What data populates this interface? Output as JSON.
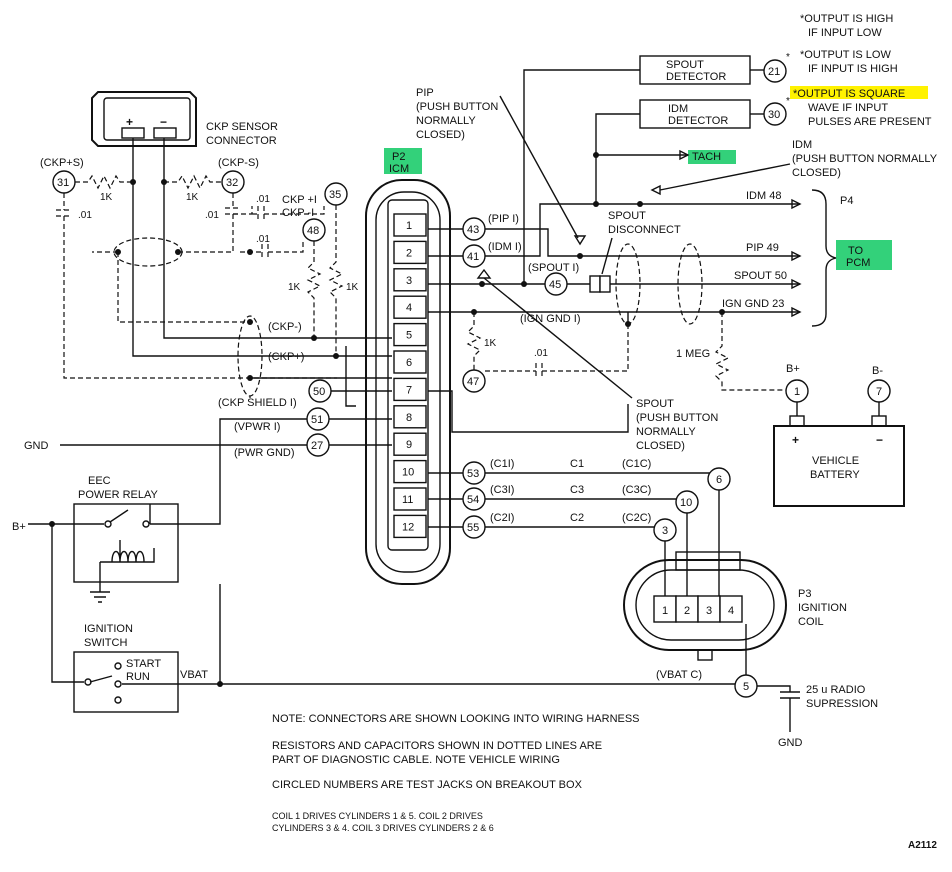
{
  "colors": {
    "highlight_green": "#33d17a",
    "highlight_yellow": "#fff200",
    "ink": "#111111"
  },
  "notes_top": {
    "n1_line1": "*OUTPUT IS HIGH",
    "n1_line2": "IF INPUT LOW",
    "n2_line1": "*OUTPUT IS LOW",
    "n2_line2": "IF INPUT IS HIGH",
    "n3_line1": "*OUTPUT IS SQUARE",
    "n3_line2": "WAVE IF INPUT",
    "n3_line3": "PULSES ARE PRESENT"
  },
  "ckp": {
    "title1": "CKP SENSOR",
    "title2": "CONNECTOR",
    "plus": "+",
    "minus": "−",
    "ckps_pos": "(CKP+S)",
    "ckps_neg": "(CKP-S)",
    "r1": "1K",
    "r2": "1K",
    "c1": ".01",
    "c2": ".01",
    "ckp_pos_i": "CKP +I",
    "ckp_neg_i": "CKP -I",
    "c3": ".01",
    "c4": ".01",
    "r3": "1K",
    "r4": "1K",
    "ckp_neg": "(CKP-)",
    "ckp_pos": "(CKP+)",
    "ckp_shield": "(CKP SHIELD I)"
  },
  "icm": {
    "title1": "P2",
    "title2": "ICM",
    "pins": [
      "1",
      "2",
      "3",
      "4",
      "5",
      "6",
      "7",
      "8",
      "9",
      "10",
      "11",
      "12"
    ]
  },
  "jacks": {
    "j31": "31",
    "j32": "32",
    "j35": "35",
    "j48": "48",
    "j50": "50",
    "j51": "51",
    "j27": "27",
    "j43": "43",
    "j41": "41",
    "j45": "45",
    "j47": "47",
    "j53": "53",
    "j54": "54",
    "j55": "55",
    "j21": "21",
    "j30": "30",
    "j1": "1",
    "j7": "7",
    "j3": "3",
    "j10": "10",
    "j6": "6",
    "j5": "5"
  },
  "signals": {
    "pip_i": "(PIP I)",
    "idm_i": "(IDM I)",
    "spout_i": "(SPOUT I)",
    "ign_gnd_i": "(IGN GND I)",
    "vpwr_i": "(VPWR I)",
    "pwr_gnd": "(PWR GND)",
    "gnd": "GND",
    "c1i": "(C1I)",
    "c3i": "(C3I)",
    "c2i": "(C2I)",
    "c1": "C1",
    "c3": "C3",
    "c2": "C2",
    "c1c": "(C1C)",
    "c3c": "(C3C)",
    "c2c": "(C2C)",
    "r_1k": "1K",
    "cap_01": ".01",
    "one_meg": "1 MEG",
    "vbat_c": "(VBAT C)",
    "vbat": "VBAT"
  },
  "outputs": {
    "idm48": "IDM 48",
    "pip49": "PIP 49",
    "spout50": "SPOUT 50",
    "igngnd23": "IGN GND 23",
    "p4": "P4",
    "to": "TO",
    "pcm": "PCM",
    "tach": "TACH"
  },
  "detectors": {
    "spout1": "SPOUT",
    "spout2": "DETECTOR",
    "idm1": "IDM",
    "idm2": "DETECTOR",
    "star": "*"
  },
  "pip_note": {
    "l1": "PIP",
    "l2": "(PUSH BUTTON",
    "l3": "NORMALLY",
    "l4": "CLOSED)"
  },
  "idm_note": {
    "l1": "IDM",
    "l2": "(PUSH BUTTON NORMALLY",
    "l3": "CLOSED)"
  },
  "spout_disc": {
    "l1": "SPOUT",
    "l2": "DISCONNECT"
  },
  "spout_note": {
    "l1": "SPOUT",
    "l2": "(PUSH BUTTON",
    "l3": "NORMALLY",
    "l4": "CLOSED)"
  },
  "battery": {
    "bplus": "B+",
    "bminus": "B-",
    "plus": "+",
    "minus": "−",
    "l1": "VEHICLE",
    "l2": "BATTERY"
  },
  "relay": {
    "l1": "EEC",
    "l2": "POWER RELAY",
    "bplus": "B+"
  },
  "ignition": {
    "l1": "IGNITION",
    "l2": "SWITCH",
    "start": "START",
    "run": "RUN"
  },
  "coil": {
    "l1": "P3",
    "l2": "IGNITION",
    "l3": "COIL",
    "pins": [
      "1",
      "2",
      "3",
      "4"
    ]
  },
  "radio": {
    "l1": "25 u RADIO",
    "l2": "SUPRESSION",
    "gnd": "GND"
  },
  "notes_bottom": {
    "n1": "NOTE: CONNECTORS ARE SHOWN LOOKING INTO WIRING HARNESS",
    "n2a": "RESISTORS AND CAPACITORS SHOWN IN DOTTED LINES ARE",
    "n2b": "PART OF DIAGNOSTIC CABLE. NOTE VEHICLE WIRING",
    "n3": "CIRCLED NUMBERS ARE TEST JACKS ON BREAKOUT BOX",
    "n4a": "COIL 1 DRIVES CYLINDERS 1 & 5. COIL 2 DRIVES",
    "n4b": "CYLINDERS 3 & 4. COIL 3 DRIVES CYLINDERS 2 & 6"
  },
  "figure_id": "A2112"
}
